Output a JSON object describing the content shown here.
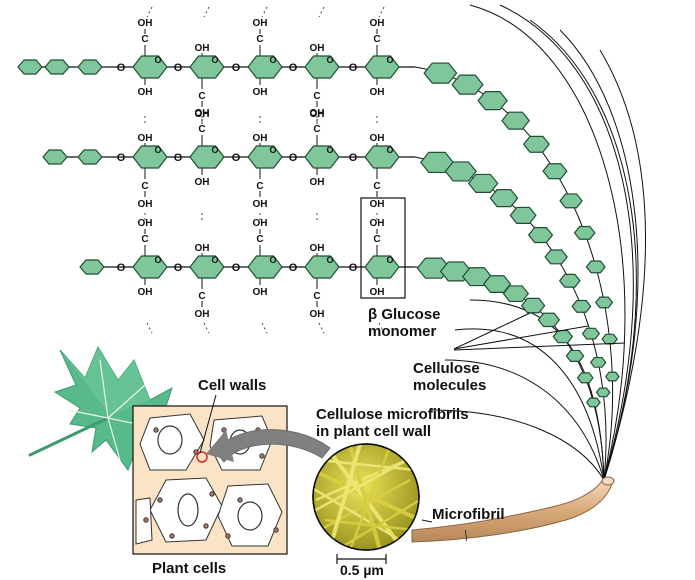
{
  "labels": {
    "beta_glucose_line1": "β Glucose",
    "beta_glucose_line2": "monomer",
    "cellulose_molecules_line1": "Cellulose",
    "cellulose_molecules_line2": "molecules",
    "cell_walls": "Cell walls",
    "microfibrils_line1": "Cellulose microfibrils",
    "microfibrils_line2": "in plant cell wall",
    "microfibril": "Microfibril",
    "plant_cells": "Plant cells",
    "scale_bar": "0.5 µm"
  },
  "chem": {
    "hydroxyl": "OH",
    "carbon": "C",
    "oxygen": "O"
  },
  "colors": {
    "ring_fill": "#7fc79a",
    "ring_stroke": "#1f4f33",
    "leaf": "#58b98a",
    "cell_wall": "#fbe3c6",
    "micrograph": "#c9c23a",
    "pointer_arrow": "#808080",
    "microfibril_tube": "#e0b98f"
  }
}
